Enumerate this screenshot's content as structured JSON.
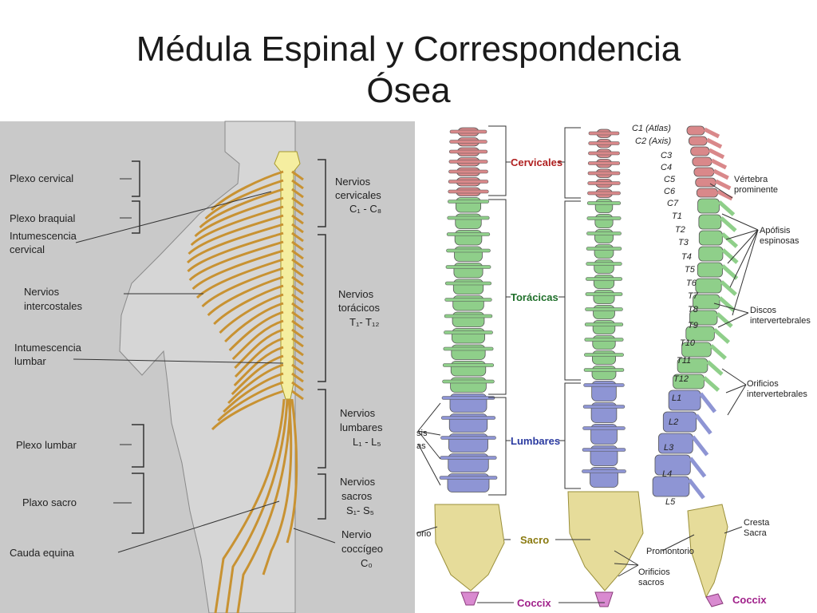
{
  "title": {
    "line1": "Médula Espinal y Correspondencia",
    "line2": "Ósea"
  },
  "left_panel": {
    "left_labels": {
      "plexo_cervical": "Plexo cervical",
      "plexo_braquial": "Plexo braquial",
      "intumescencia_cervical_1": "Intumescencia",
      "intumescencia_cervical_2": "cervical",
      "nervios_intercostales_1": "Nervios",
      "nervios_intercostales_2": "intercostales",
      "intumescencia_lumbar_1": "Intumescencia",
      "intumescencia_lumbar_2": "lumbar",
      "plexo_lumbar": "Plexo lumbar",
      "plexo_sacro": "Plaxo sacro",
      "cauda_equina": "Cauda equina"
    },
    "right_labels": {
      "cervicales_1": "Nervios",
      "cervicales_2": "cervicales",
      "cervicales_3": "C₁ - C₈",
      "toracicos_1": "Nervios",
      "toracicos_2": "torácicos",
      "toracicos_3": "T₁- T₁₂",
      "lumbares_1": "Nervios",
      "lumbares_2": "lumbares",
      "lumbares_3": "L₁ - L₅",
      "sacros_1": "Nervios",
      "sacros_2": "sacros",
      "sacros_3": "S₁- S₅",
      "coccigeo_1": "Nervio",
      "coccigeo_2": "coccígeo",
      "coccigeo_3": "C₀"
    }
  },
  "right_panel": {
    "regions": {
      "cervicales": "Cervicales",
      "toracicas": "Torácicas",
      "lumbares": "Lumbares",
      "sacro": "Sacro",
      "coccix": "Coccix",
      "coccix2": "Coccix"
    },
    "partial_labels": {
      "a": "sis",
      "b": "as",
      "c": "orio"
    },
    "vertebrae": [
      "C1 (Atlas)",
      "C2 (Axis)",
      "C3",
      "C4",
      "C5",
      "C6",
      "C7",
      "T1",
      "T2",
      "T3",
      "T4",
      "T5",
      "T6",
      "T7",
      "T8",
      "T9",
      "T10",
      "T11",
      "T12",
      "L1",
      "L2",
      "L3",
      "L4",
      "L5"
    ],
    "annotations": {
      "vertebra_prominente_1": "Vértebra",
      "vertebra_prominente_2": "prominente",
      "apofisis_1": "Apófisis",
      "apofisis_2": "espinosas",
      "discos_1": "Discos",
      "discos_2": "intervertebrales",
      "orificios_1": "Orificios",
      "orificios_2": "intervertebrales",
      "cresta_1": "Cresta",
      "cresta_2": "Sacra",
      "promontorio": "Promontorio",
      "orificios_sacros_1": "Orificios",
      "orificios_sacros_2": "sacros"
    },
    "colors": {
      "cervical": "#d9888a",
      "thoracic": "#8fcf8a",
      "lumbar": "#8e95d4",
      "sacrum": "#e6dc9a",
      "coccyx": "#d98ad0",
      "cervicales_text": "#b02020",
      "toracicas_text": "#1f6f2a",
      "lumbares_text": "#2a3aa0",
      "sacro_text": "#8a7a10",
      "coccix_text": "#a0208a"
    }
  }
}
